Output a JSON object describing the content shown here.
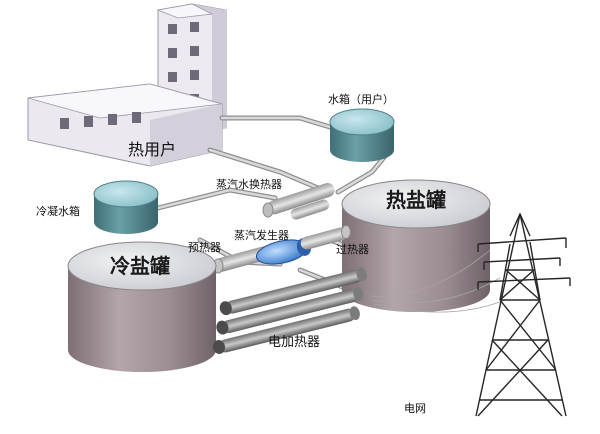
{
  "diagram": {
    "labels": {
      "heat_user": "热用户",
      "water_tank": "水箱（用户）",
      "steam_water_exchanger": "蒸汽水换热器",
      "condensate_tank": "冷凝水箱",
      "hot_salt_tank": "热盐罐",
      "preheater": "预热器",
      "steam_generator": "蒸汽发生器",
      "superheater": "过热器",
      "cold_salt_tank": "冷盐罐",
      "electric_heater": "电加热器",
      "power_grid": "电网"
    },
    "colors": {
      "tank_body": "#a89a9f",
      "tank_top": "#d7dadf",
      "water_tank": "#5a8f96",
      "building": "#e9e6ef",
      "pipe": "#c9c9c9",
      "steam_generator": "#3b7fd4",
      "tower": "#2b2b2b"
    }
  }
}
